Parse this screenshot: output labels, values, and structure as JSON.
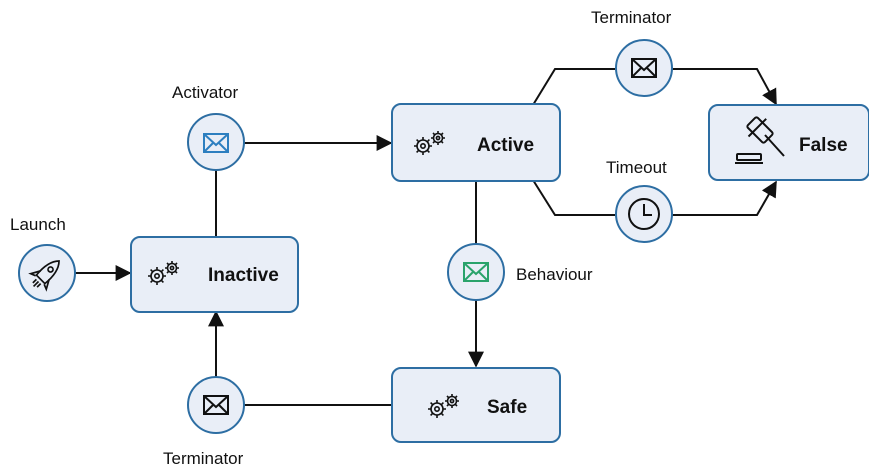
{
  "states": {
    "inactive": {
      "label": "Inactive"
    },
    "active": {
      "label": "Active"
    },
    "false": {
      "label": "False"
    },
    "safe": {
      "label": "Safe"
    }
  },
  "events": {
    "launch": {
      "label": "Launch",
      "icon": "rocket-icon"
    },
    "activator": {
      "label": "Activator",
      "icon": "envelope-icon",
      "color": "#2d7fc0"
    },
    "terminator_top": {
      "label": "Terminator",
      "icon": "envelope-icon",
      "color": "#111111"
    },
    "timeout": {
      "label": "Timeout",
      "icon": "clock-icon"
    },
    "behaviour": {
      "label": "Behaviour",
      "icon": "envelope-icon",
      "color": "#2aa36b"
    },
    "terminator_bottom": {
      "label": "Terminator",
      "icon": "envelope-icon",
      "color": "#111111"
    }
  },
  "colors": {
    "box_fill": "#e9eef7",
    "box_stroke": "#2d6ea3",
    "edge": "#111111"
  }
}
